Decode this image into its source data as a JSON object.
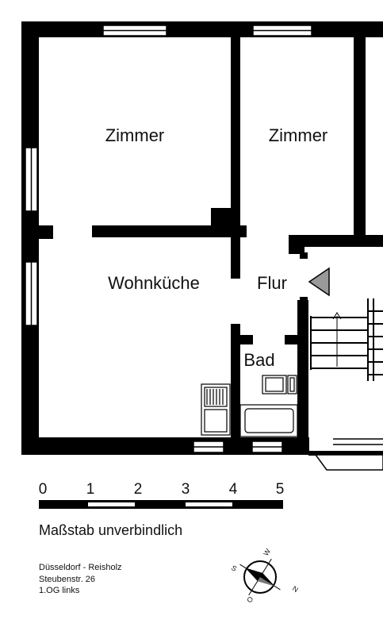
{
  "rooms": {
    "zimmer_left": "Zimmer",
    "zimmer_right": "Zimmer",
    "wohnkueche": "Wohnküche",
    "flur": "Flur",
    "bad": "Bad"
  },
  "scale": {
    "ticks": [
      "0",
      "1",
      "2",
      "3",
      "4",
      "5"
    ],
    "note": "Maßstab unverbindlich"
  },
  "address": {
    "line1": "Düsseldorf - Reisholz",
    "line2": "Steubenstr. 26",
    "line3": "1.OG links"
  },
  "compass": {
    "w": "W",
    "n": "N",
    "o": "O",
    "s": "S"
  }
}
